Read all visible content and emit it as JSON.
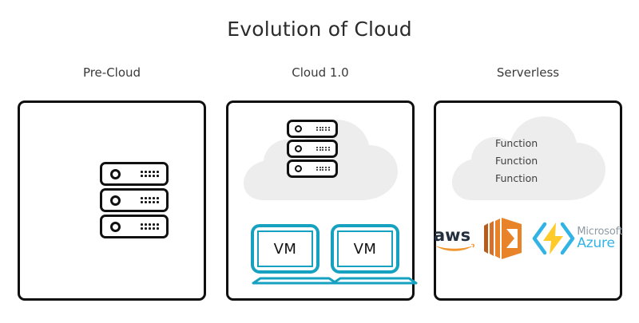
{
  "title": "Evolution of Cloud",
  "colors": {
    "background": "#ffffff",
    "outline": "#0f0f0f",
    "title_text": "#2b2b2b",
    "teal": "#17A1C0",
    "cloud_gray": "#EDEDED",
    "function_text": "#3f3f3f",
    "aws_orange": "#E8832A",
    "aws_smile": "#F1952D",
    "azure_blue": "#32B3E6",
    "azure_bolt": "#FFCB2B",
    "azure_ms_gray": "#8f9aa3"
  },
  "columns": [
    {
      "id": "pre-cloud",
      "header": "Pre-Cloud",
      "icons": [
        "server-rack-icon"
      ]
    },
    {
      "id": "cloud-1-0",
      "header": "Cloud 1.0",
      "icons": [
        "cloud-icon",
        "server-rack-icon",
        "laptop-icon",
        "laptop-icon"
      ],
      "laptops": [
        {
          "label": "VM"
        },
        {
          "label": "VM"
        }
      ]
    },
    {
      "id": "serverless",
      "header": "Serverless",
      "icons": [
        "cloud-icon",
        "aws-lambda-logo",
        "microsoft-azure-logo"
      ],
      "cloud_labels": [
        "Function",
        "Function",
        "Function"
      ],
      "logos": [
        {
          "id": "aws-lambda",
          "wordmark": "aws"
        },
        {
          "id": "microsoft-azure",
          "line1": "Microsoft",
          "line2": "Azure"
        }
      ]
    }
  ]
}
